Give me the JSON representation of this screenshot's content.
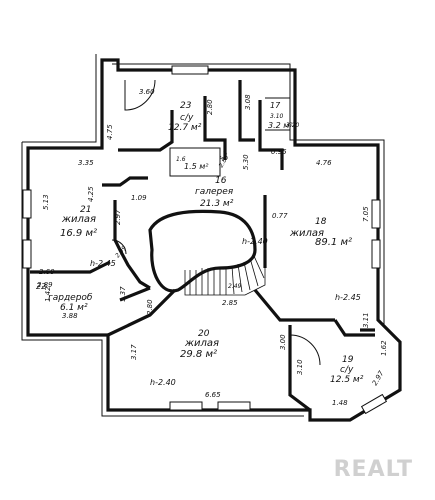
{
  "rooms": [
    {
      "id": "23",
      "name": "с/у",
      "area": "12.7 м²"
    },
    {
      "id": "21",
      "name": "жилая",
      "area": "16.9 м²"
    },
    {
      "id": "16",
      "name": "галерея",
      "area": "21.3 м²"
    },
    {
      "id": "18",
      "name": "жилая",
      "area": "89.1 м²"
    },
    {
      "id": "20",
      "name": "жилая",
      "area": "29.8 м²"
    },
    {
      "id": "19",
      "name": "с/у",
      "area": "12.5 м²"
    },
    {
      "id": "22",
      "name": "гардероб",
      "area": "6.1 м²"
    },
    {
      "id": "17",
      "name": "",
      "area": "3.2 м²"
    },
    {
      "id": "",
      "name": "",
      "area": "1.5 м²"
    }
  ],
  "dimensions": [
    "3.60",
    "4.75",
    "2.80",
    "3.08",
    "3.35",
    "5.13",
    "4.25",
    "1.09",
    "2.97",
    "5.30",
    "0.95",
    "4.76",
    "7.05",
    "0.77",
    "2.60",
    "2.89",
    "1.42",
    "3.88",
    "1.37",
    "2.80",
    "2.85",
    "3.17",
    "3.00",
    "3.10",
    "3.11",
    "1.62",
    "2.97",
    "1.48",
    "6.65"
  ],
  "heights": [
    "h-2.45",
    "h-2.40",
    "h-2.40",
    "h-2.45"
  ],
  "small_labels": [
    "3.10",
    "2.89",
    "3.20",
    "1.6",
    "2.99",
    "5.4",
    "2.49"
  ],
  "watermark": "REALT"
}
